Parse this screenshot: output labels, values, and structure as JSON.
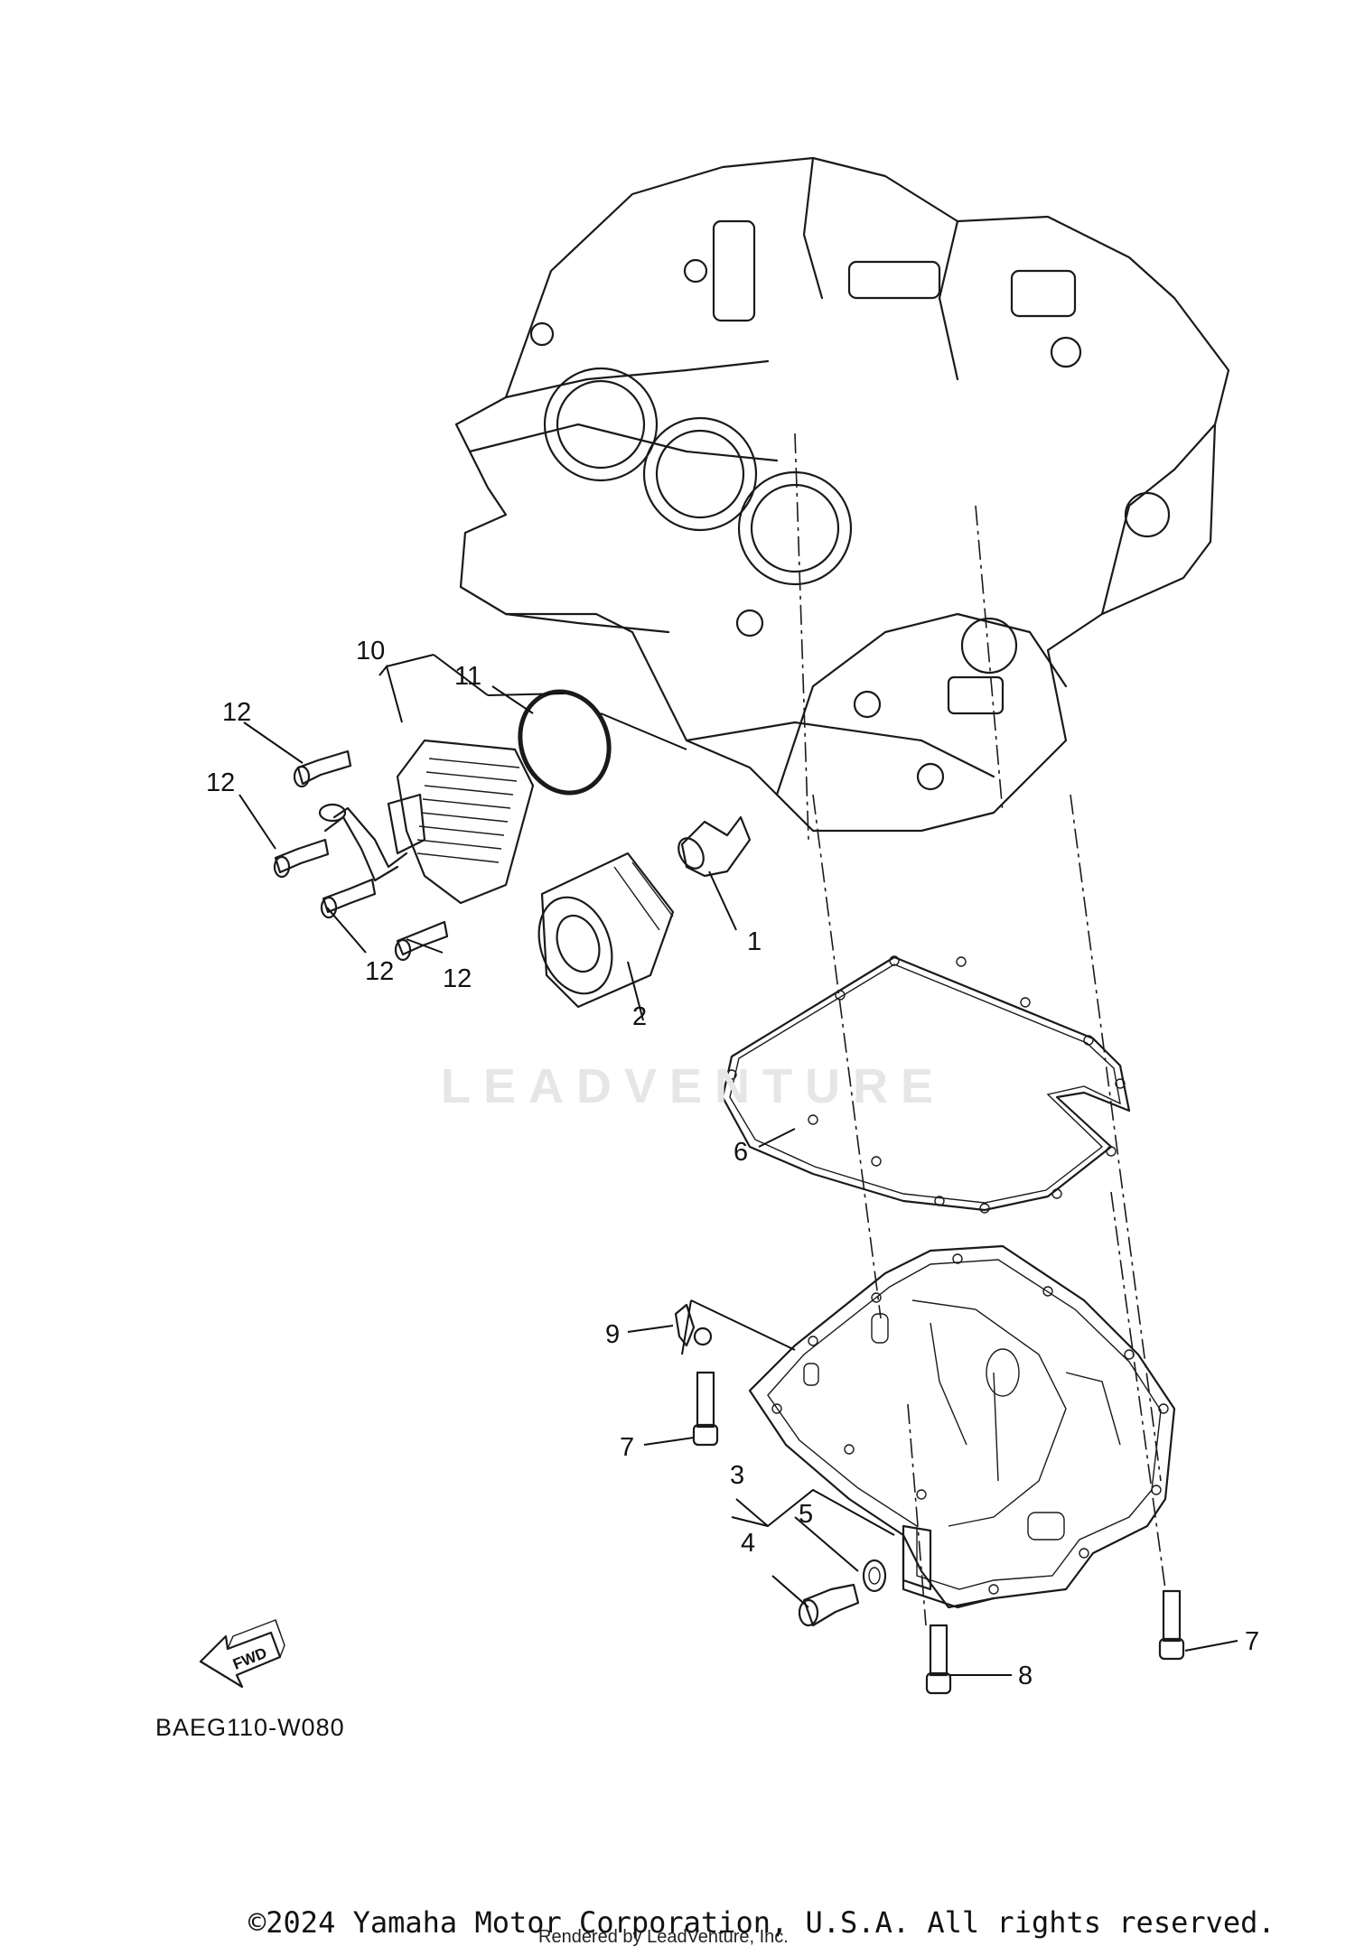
{
  "diagram": {
    "callouts": [
      {
        "id": "c1",
        "label": "1"
      },
      {
        "id": "c2",
        "label": "2"
      },
      {
        "id": "c3",
        "label": "3"
      },
      {
        "id": "c4",
        "label": "4"
      },
      {
        "id": "c5",
        "label": "5"
      },
      {
        "id": "c6",
        "label": "6"
      },
      {
        "id": "c7a",
        "label": "7"
      },
      {
        "id": "c7b",
        "label": "7"
      },
      {
        "id": "c8",
        "label": "8"
      },
      {
        "id": "c9",
        "label": "9"
      },
      {
        "id": "c10",
        "label": "10"
      },
      {
        "id": "c11",
        "label": "11"
      },
      {
        "id": "c12a",
        "label": "12"
      },
      {
        "id": "c12b",
        "label": "12"
      },
      {
        "id": "c12c",
        "label": "12"
      },
      {
        "id": "c12d",
        "label": "12"
      }
    ],
    "fwd_label": "FWD",
    "drawing_code": "BAEG110-W080",
    "watermark": "LEADVENTURE"
  },
  "footer": {
    "copyright": "©2024 Yamaha Motor Corporation, U.S.A. All rights reserved.",
    "rendered_by": "Rendered by LeadVenture, Inc."
  }
}
